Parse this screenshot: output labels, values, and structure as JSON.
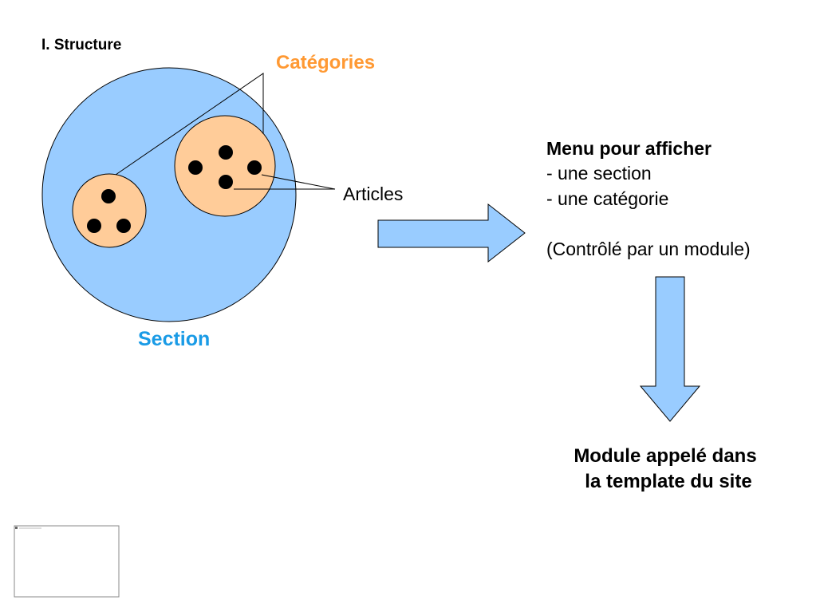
{
  "slide_title": "I. Structure",
  "labels": {
    "categories": "Catégories",
    "articles": "Articles",
    "section": "Section"
  },
  "menu_box": {
    "heading": "Menu pour afficher",
    "line1": "- une section",
    "line2": "- une catégorie",
    "note": "(Contrôlé par un module)"
  },
  "result": {
    "line1": "Module appelé dans",
    "line2": "la template du site"
  },
  "colors": {
    "section_fill": "#99ccff",
    "category_fill": "#ffcc99",
    "categories_label": "#ff9933",
    "section_label": "#1a9be6",
    "arrow_fill": "#99ccff",
    "dot": "#000000"
  }
}
